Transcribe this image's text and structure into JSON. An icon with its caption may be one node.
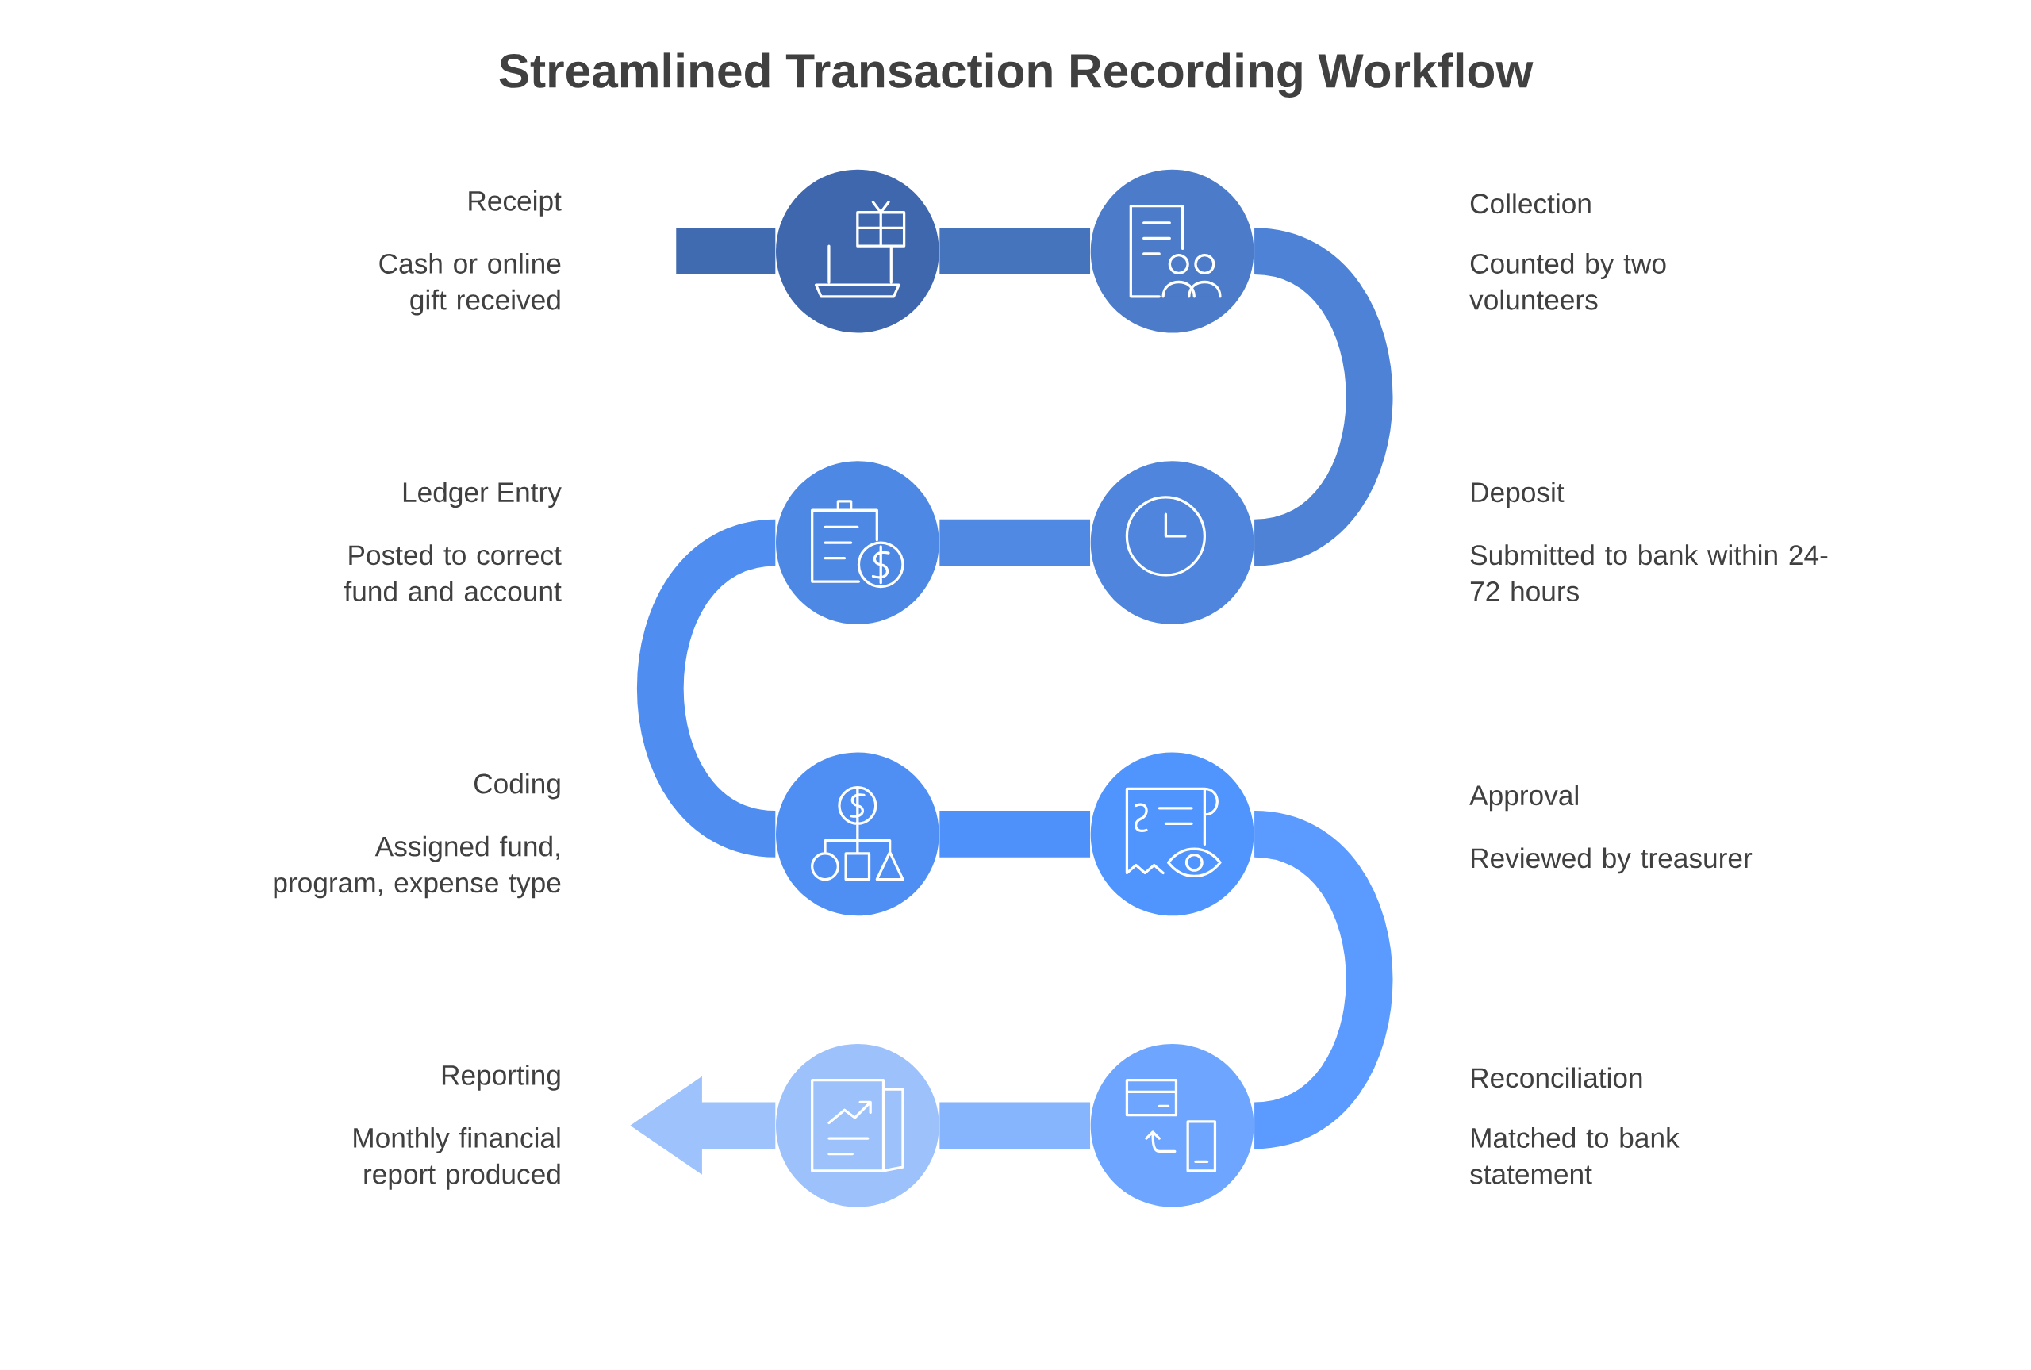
{
  "diagram": {
    "title": "Streamlined Transaction Recording Workflow",
    "nodes": [
      {
        "text": [],
        "shape": "circle",
        "beside": [
          "Receipt",
          "Cash or online gift received"
        ]
      },
      {
        "text": [],
        "shape": "circle",
        "beside": [
          "Collection",
          "Counted by two volunteers"
        ]
      },
      {
        "text": [],
        "shape": "circle",
        "beside": [
          "Ledger Entry",
          "Posted to correct fund and account"
        ]
      },
      {
        "text": [],
        "shape": "circle",
        "beside": [
          "Deposit",
          "Submitted to bank within 24-72 hours"
        ]
      },
      {
        "text": [],
        "shape": "circle",
        "beside": [
          "Coding",
          "Assigned fund, program, expense type"
        ]
      },
      {
        "text": [],
        "shape": "circle",
        "beside": [
          "Approval",
          "Reviewed by treasurer"
        ]
      },
      {
        "text": [],
        "shape": "circle",
        "beside": [
          "Reporting",
          "Monthly financial report produced"
        ]
      },
      {
        "text": [],
        "shape": "circle",
        "beside": [
          "Reconciliation",
          "Matched to bank statement"
        ]
      }
    ],
    "edges": [
      {
        "from": null,
        "to": 0,
        "arrow": "none",
        "color": "#416bb0"
      },
      {
        "from": 0,
        "to": 1,
        "arrow": "none",
        "color": "#4573bc"
      },
      {
        "from": 1,
        "to": 3,
        "arrow": "none",
        "color": "#4d82d6"
      },
      {
        "from": 3,
        "to": 2,
        "arrow": "none",
        "color": "#4f89e4"
      },
      {
        "from": 2,
        "to": 4,
        "arrow": "none",
        "color": "#4f8df0"
      },
      {
        "from": 4,
        "to": 5,
        "arrow": "none",
        "color": "#4f91fa"
      },
      {
        "from": 5,
        "to": 7,
        "arrow": "none",
        "color": "#5b9aff"
      },
      {
        "from": 7,
        "to": 6,
        "arrow": "none",
        "color": "#86b4fd"
      },
      {
        "from": 6,
        "to": null,
        "arrow": "to",
        "color": "#9ec3fc"
      }
    ]
  }
}
